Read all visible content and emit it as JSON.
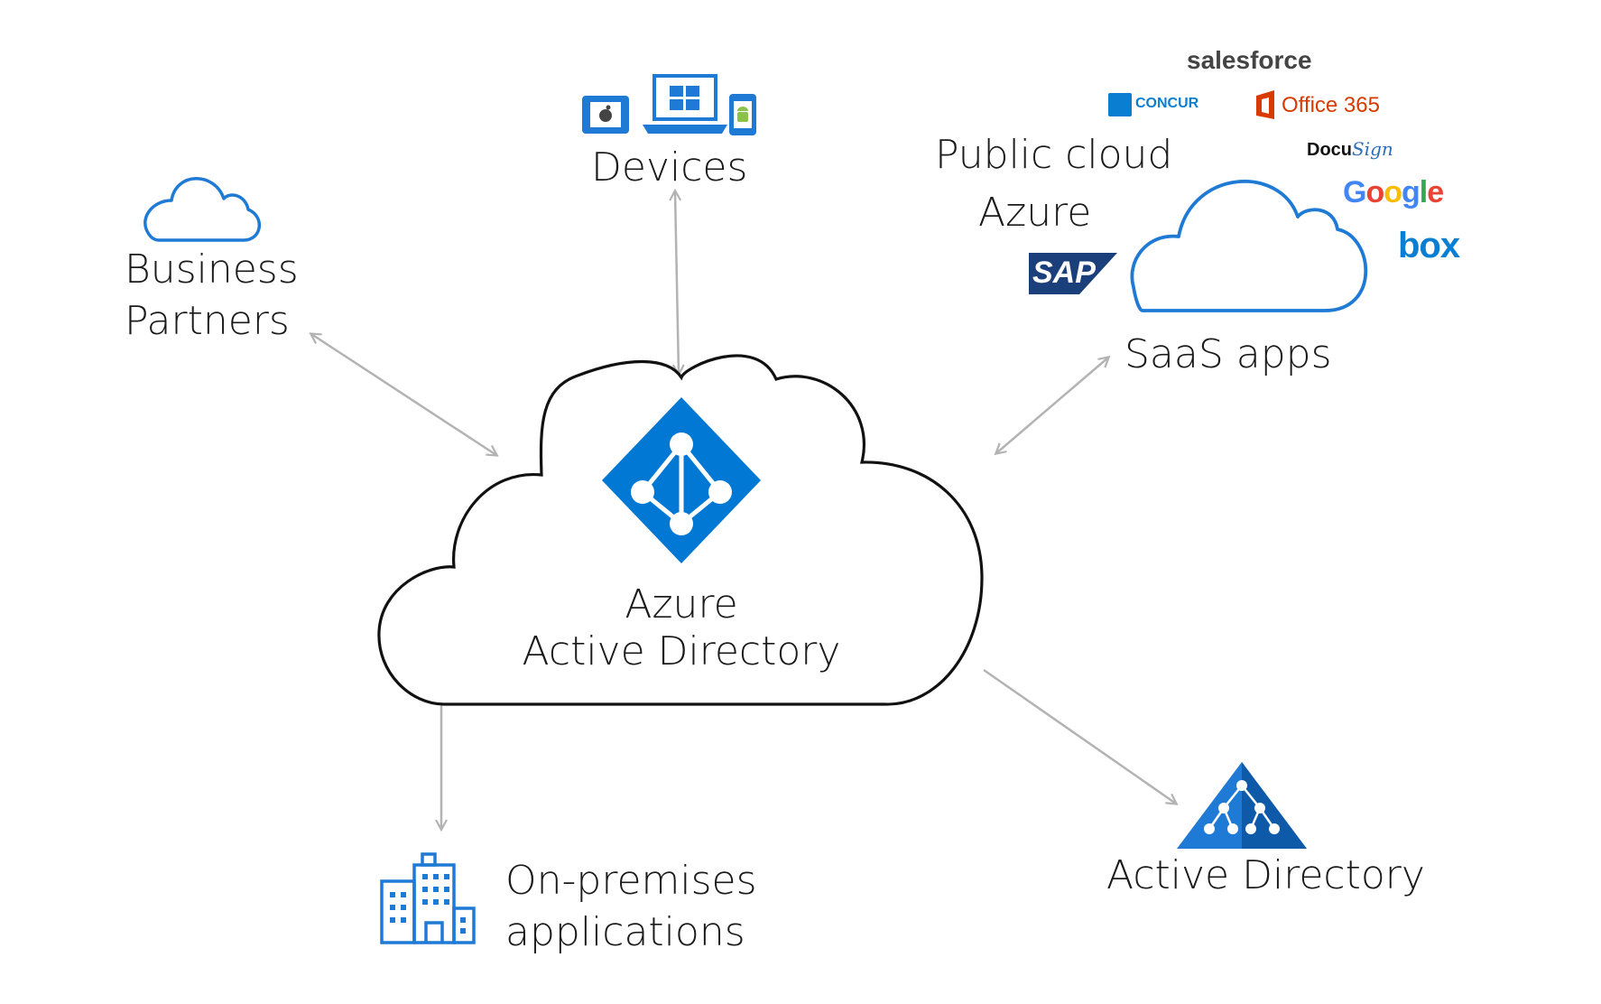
{
  "center": {
    "line1": "Azure",
    "line2": "Active Directory"
  },
  "devices": {
    "label": "Devices"
  },
  "partners": {
    "line1": "Business",
    "line2": "Partners"
  },
  "saas": {
    "label": "SaaS apps",
    "public_cloud": "Public cloud",
    "azure": "Azure",
    "logos": {
      "salesforce": "salesforce",
      "concur": "CONCUR",
      "office365": "Office 365",
      "docusign_a": "Docu",
      "docusign_b": "Sign",
      "google": [
        "G",
        "o",
        "o",
        "g",
        "l",
        "e"
      ],
      "box": "box",
      "sap": "SAP"
    }
  },
  "onprem": {
    "line1": "On-premises",
    "line2": "applications"
  },
  "ad": {
    "label": "Active Directory"
  },
  "colors": {
    "azure_blue": "#0078d4",
    "icon_blue": "#1f7ad6",
    "arrow_gray": "#b3b3b3",
    "office_red": "#d83b01",
    "google": [
      "#4285f4",
      "#ea4335",
      "#fbbc05",
      "#4285f4",
      "#34a853",
      "#ea4335"
    ]
  }
}
